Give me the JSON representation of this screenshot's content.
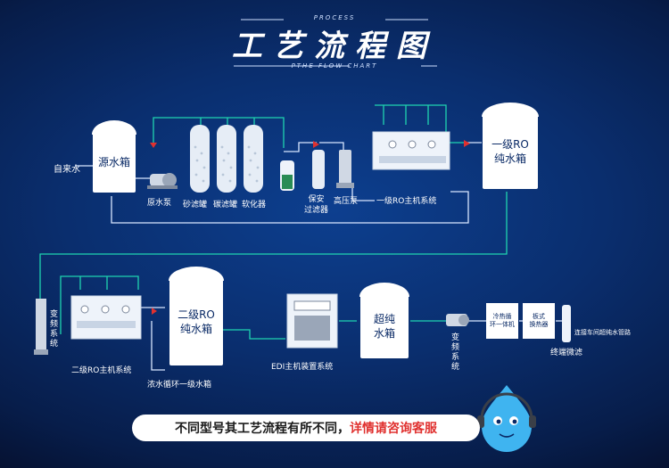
{
  "header": {
    "process_label": "PROCESS",
    "title": "工艺流程图",
    "subtitle": "PTHE FLOW CHART"
  },
  "row1": {
    "tap_water": "自来水",
    "source_tank": "源水箱",
    "raw_pump": "原水泵",
    "sand_filter": "砂滤罐",
    "carbon_filter": "碳滤罐",
    "softener": "软化器",
    "security_filter": "保安\n过滤器",
    "high_pressure_pump": "高压泵",
    "ro1_host": "一级RO主机系统",
    "ro1_tank": "一级RO\n纯水箱"
  },
  "row2": {
    "vfd_pump_1": "变\n频\n系\n统",
    "ro2_host": "二级RO主机系统",
    "ro2_tank": "二级RO\n纯水箱",
    "concentrate_loop": "浓水循环一级水箱",
    "edi_host": "EDI主机装置系统",
    "ultra_tank": "超纯\n水箱",
    "vfd_pump_2": "变\n频\n系\n统",
    "chiller": "冷热循\n环一体机",
    "plate_exchanger": "板式\n换热器",
    "terminal_filter": "终端微滤",
    "workshop_pipe": "连接车间超纯水管路"
  },
  "footer": {
    "text_plain": "不同型号其工艺流程有所不同，",
    "text_highlight": "详情请咨询客服"
  },
  "colors": {
    "pipe": "#1fd4b0",
    "pipe_white": "#d8e6ff",
    "highlight": "#e0312f"
  }
}
